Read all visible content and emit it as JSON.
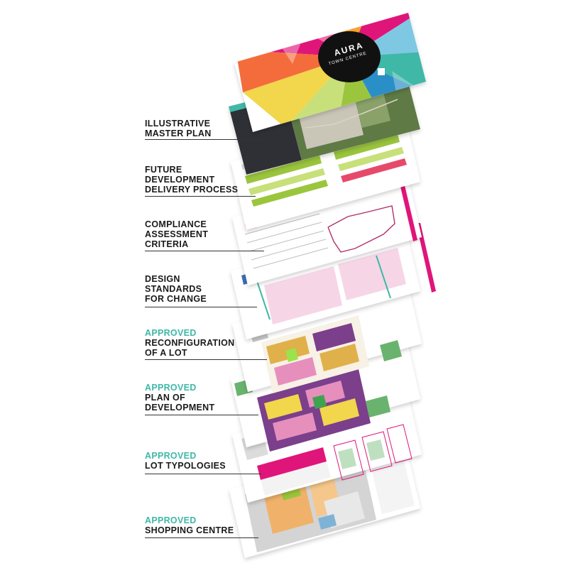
{
  "colors": {
    "approved": "#3fb8a8",
    "label": "#1a1a1a",
    "magenta": "#e0157a",
    "lime": "#9bc53d",
    "purple": "#7b3f8c"
  },
  "cover": {
    "brand": "AURA",
    "subtitle": "TOWN CENTRE"
  },
  "layers": [
    {
      "approved": "",
      "lines": [
        "ILLUSTRATIVE",
        "MASTER PLAN"
      ]
    },
    {
      "approved": "",
      "lines": [
        "FUTURE",
        "DEVELOPMENT",
        "DELIVERY PROCESS"
      ]
    },
    {
      "approved": "",
      "lines": [
        "COMPLIANCE",
        "ASSESSMENT",
        "CRITERIA"
      ]
    },
    {
      "approved": "",
      "lines": [
        "DESIGN",
        "STANDARDS",
        "FOR CHANGE"
      ]
    },
    {
      "approved": "APPROVED",
      "lines": [
        "RECONFIGURATION",
        "OF A LOT"
      ]
    },
    {
      "approved": "APPROVED",
      "lines": [
        "PLAN OF",
        "DEVELOPMENT"
      ]
    },
    {
      "approved": "APPROVED",
      "lines": [
        "LOT TYPOLOGIES"
      ]
    },
    {
      "approved": "APPROVED",
      "lines": [
        "SHOPPING CENTRE"
      ]
    }
  ]
}
